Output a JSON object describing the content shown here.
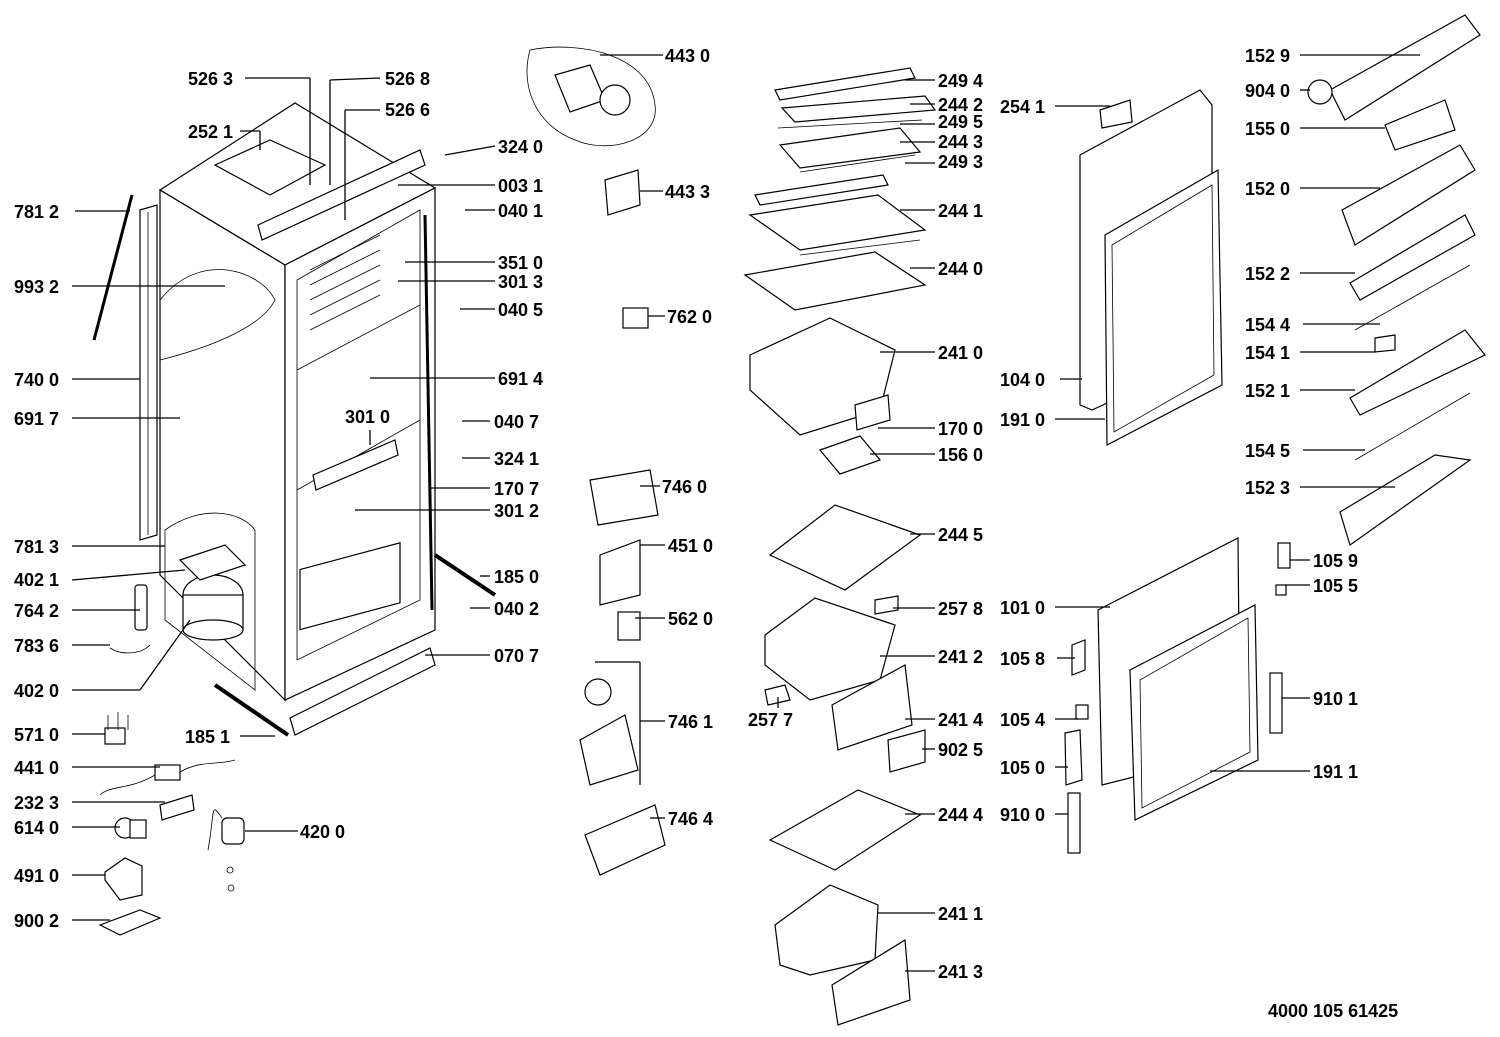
{
  "diagram": {
    "reference": "4000 105 61425",
    "labels": {
      "p5263": "526 3",
      "p5268": "526 8",
      "p5266": "526 6",
      "p2521": "252 1",
      "p7812": "781 2",
      "p9932": "993 2",
      "p7400": "740 0",
      "p6917": "691 7",
      "p7813": "781 3",
      "p4021": "402 1",
      "p7642": "764 2",
      "p7836": "783 6",
      "p4020": "402 0",
      "p5710": "571 0",
      "p1851": "185 1",
      "p4410": "441 0",
      "p2323": "232 3",
      "p6140": "614 0",
      "p4200": "420 0",
      "p4910": "491 0",
      "p9002": "900 2",
      "p4430": "443 0",
      "p3240": "324 0",
      "p0031": "003 1",
      "p4433": "443 3",
      "p0401": "040 1",
      "p3510": "351 0",
      "p3013": "301 3",
      "p0405": "040 5",
      "p7620": "762 0",
      "p6914": "691 4",
      "p3010": "301 0",
      "p0407": "040 7",
      "p3241": "324 1",
      "p7460": "746 0",
      "p1707": "170 7",
      "p3012": "301 2",
      "p4510": "451 0",
      "p1850": "185 0",
      "p0402": "040 2",
      "p5620": "562 0",
      "p0707": "070 7",
      "p7461": "746 1",
      "p7464": "746 4",
      "p2494": "249 4",
      "p2442": "244 2",
      "p2495": "249 5",
      "p2443": "244 3",
      "p2493": "249 3",
      "p2441": "244 1",
      "p2440": "244 0",
      "p2410": "241 0",
      "p1700": "170 0",
      "p1560": "156 0",
      "p2445": "244 5",
      "p2578": "257 8",
      "p2412": "241 2",
      "p2577": "257 7",
      "p2414": "241 4",
      "p9025": "902 5",
      "p2444": "244 4",
      "p2411": "241 1",
      "p2413": "241 3",
      "p2541": "254 1",
      "p1040": "104 0",
      "p1910": "191 0",
      "p1529": "152 9",
      "p9040": "904 0",
      "p1550": "155 0",
      "p1520": "152 0",
      "p1522": "152 2",
      "p1544": "154 4",
      "p1541": "154 1",
      "p1521": "152 1",
      "p1545": "154 5",
      "p1523": "152 3",
      "p1059": "105 9",
      "p1055": "105 5",
      "p1010": "101 0",
      "p1058": "105 8",
      "p1054": "105 4",
      "p1050": "105 0",
      "p9101": "910 1",
      "p1911": "191 1",
      "p9100": "910 0"
    }
  }
}
